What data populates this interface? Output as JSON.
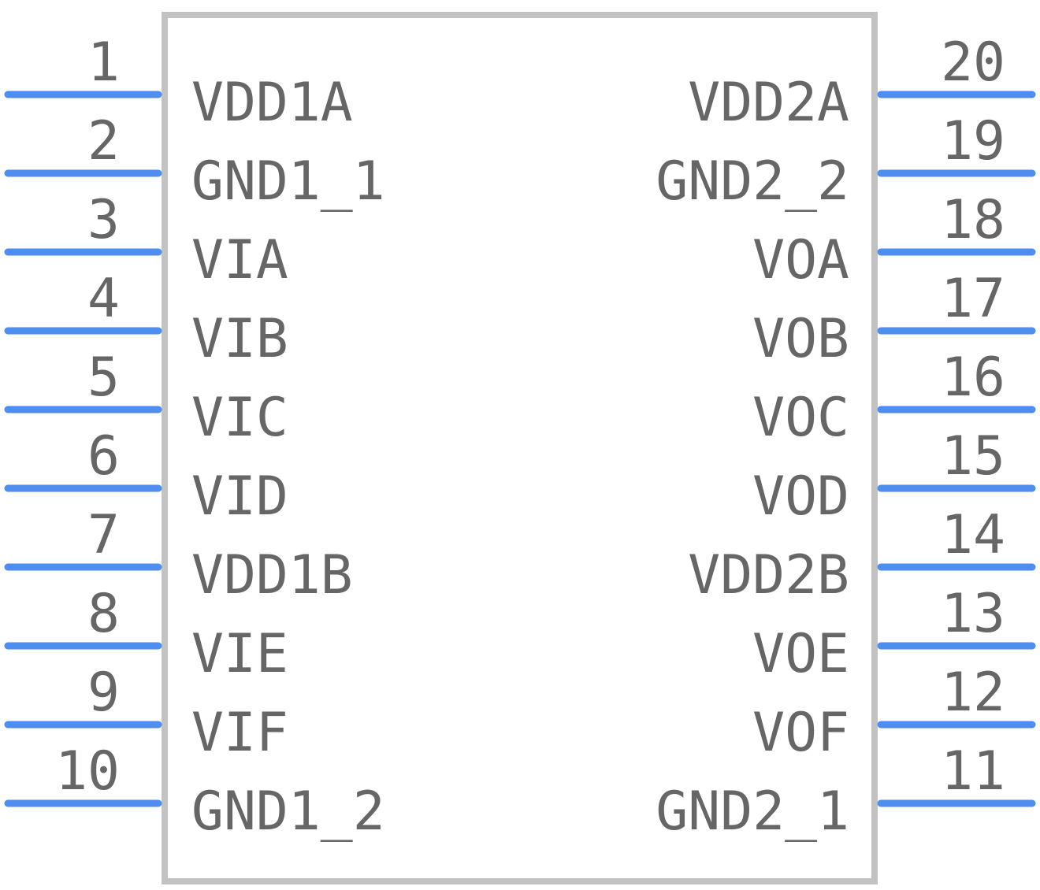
{
  "colors": {
    "pin": "#4d8ef0",
    "outline": "#c2c2c2",
    "text": "#666666",
    "background": "#ffffff"
  },
  "left_pins": [
    {
      "number": "1",
      "label": "VDD1A"
    },
    {
      "number": "2",
      "label": "GND1_1"
    },
    {
      "number": "3",
      "label": "VIA"
    },
    {
      "number": "4",
      "label": "VIB"
    },
    {
      "number": "5",
      "label": "VIC"
    },
    {
      "number": "6",
      "label": "VID"
    },
    {
      "number": "7",
      "label": "VDD1B"
    },
    {
      "number": "8",
      "label": "VIE"
    },
    {
      "number": "9",
      "label": "VIF"
    },
    {
      "number": "10",
      "label": "GND1_2"
    }
  ],
  "right_pins": [
    {
      "number": "20",
      "label": "VDD2A"
    },
    {
      "number": "19",
      "label": "GND2_2"
    },
    {
      "number": "18",
      "label": "VOA"
    },
    {
      "number": "17",
      "label": "VOB"
    },
    {
      "number": "16",
      "label": "VOC"
    },
    {
      "number": "15",
      "label": "VOD"
    },
    {
      "number": "14",
      "label": "VDD2B"
    },
    {
      "number": "13",
      "label": "VOE"
    },
    {
      "number": "12",
      "label": "VOF"
    },
    {
      "number": "11",
      "label": "GND2_1"
    }
  ]
}
